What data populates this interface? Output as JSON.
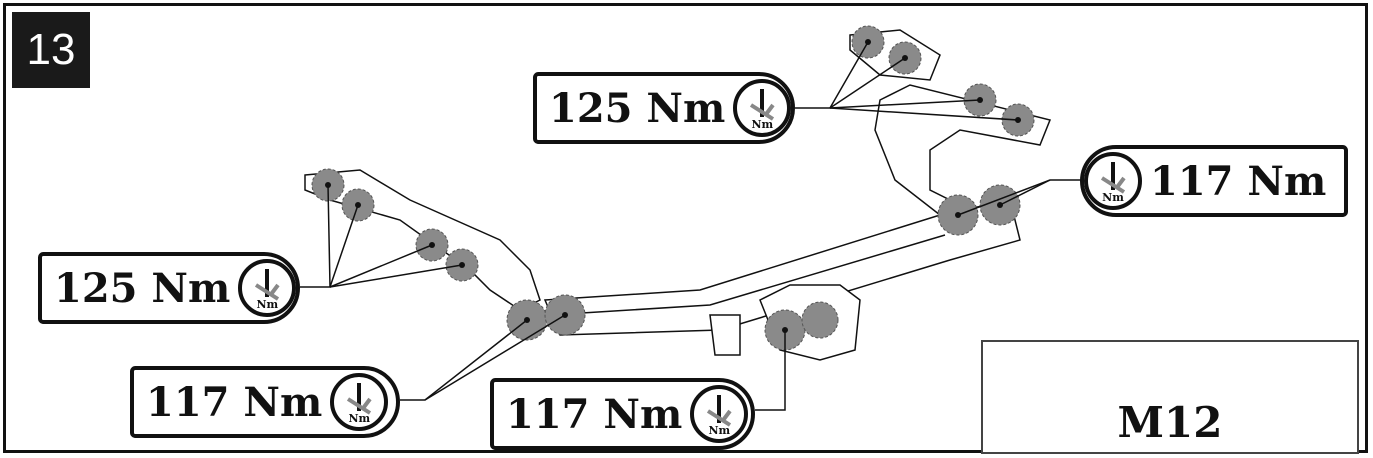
{
  "step": {
    "number": "13"
  },
  "callouts": {
    "top_center": {
      "value": "125 Nm",
      "unit_icon": "Nm"
    },
    "left_upper": {
      "value": "125 Nm",
      "unit_icon": "Nm"
    },
    "left_lower": {
      "value": "117 Nm",
      "unit_icon": "Nm"
    },
    "bottom_center": {
      "value": "117 Nm",
      "unit_icon": "Nm"
    },
    "right": {
      "value": "117 Nm",
      "unit_icon": "Nm"
    }
  },
  "tool": {
    "label": "M12",
    "icon": "torque-wrench-icon"
  },
  "colors": {
    "line": "#111111",
    "highlight": "#8a8a8a",
    "background": "#ffffff"
  }
}
